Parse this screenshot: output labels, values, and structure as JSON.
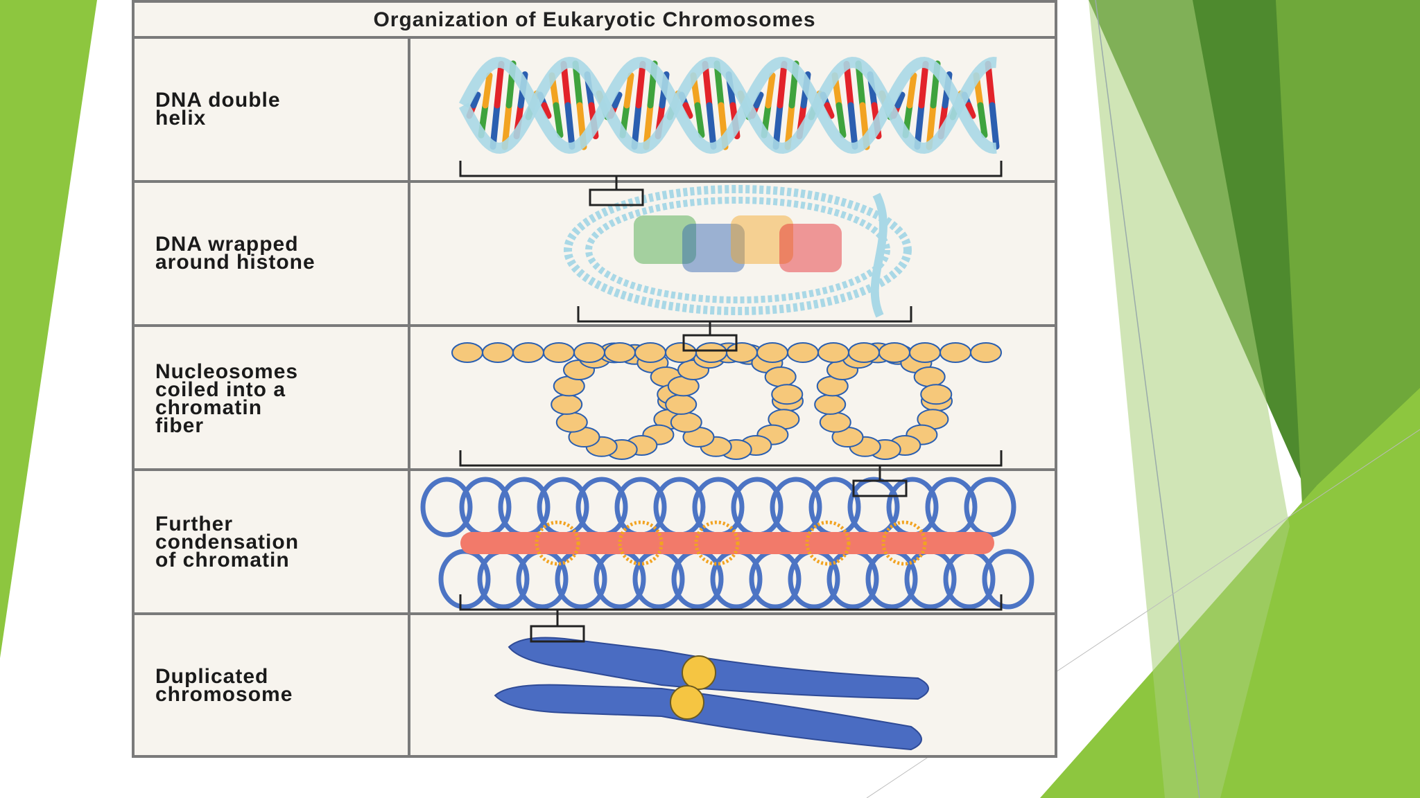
{
  "figure": {
    "title": "Organization of Eukaryotic Chromosomes",
    "rows": [
      {
        "label_lines": [
          "DNA double",
          "helix"
        ]
      },
      {
        "label_lines": [
          "DNA wrapped",
          "around histone"
        ]
      },
      {
        "label_lines": [
          "Nucleosomes",
          "coiled into a",
          "chromatin",
          "fiber"
        ]
      },
      {
        "label_lines": [
          "Further",
          "condensation",
          "of chromatin"
        ]
      },
      {
        "label_lines": [
          "Duplicated",
          "chromosome"
        ]
      }
    ]
  },
  "colors": {
    "slide_green_dark": "#4e8a2e",
    "slide_green_light": "#8dc63f",
    "helix_backbone": "#a9d8e6",
    "base_red": "#e2232a",
    "base_green": "#3fa33d",
    "base_blue": "#2b5fb0",
    "base_orange": "#f2a321",
    "nucleosome": "#f6c87a",
    "chromatin_loop": "#4c74c4",
    "scaffold": "#f27a6a",
    "chromosome": "#4a6cc2",
    "centromere": "#f5c542"
  }
}
